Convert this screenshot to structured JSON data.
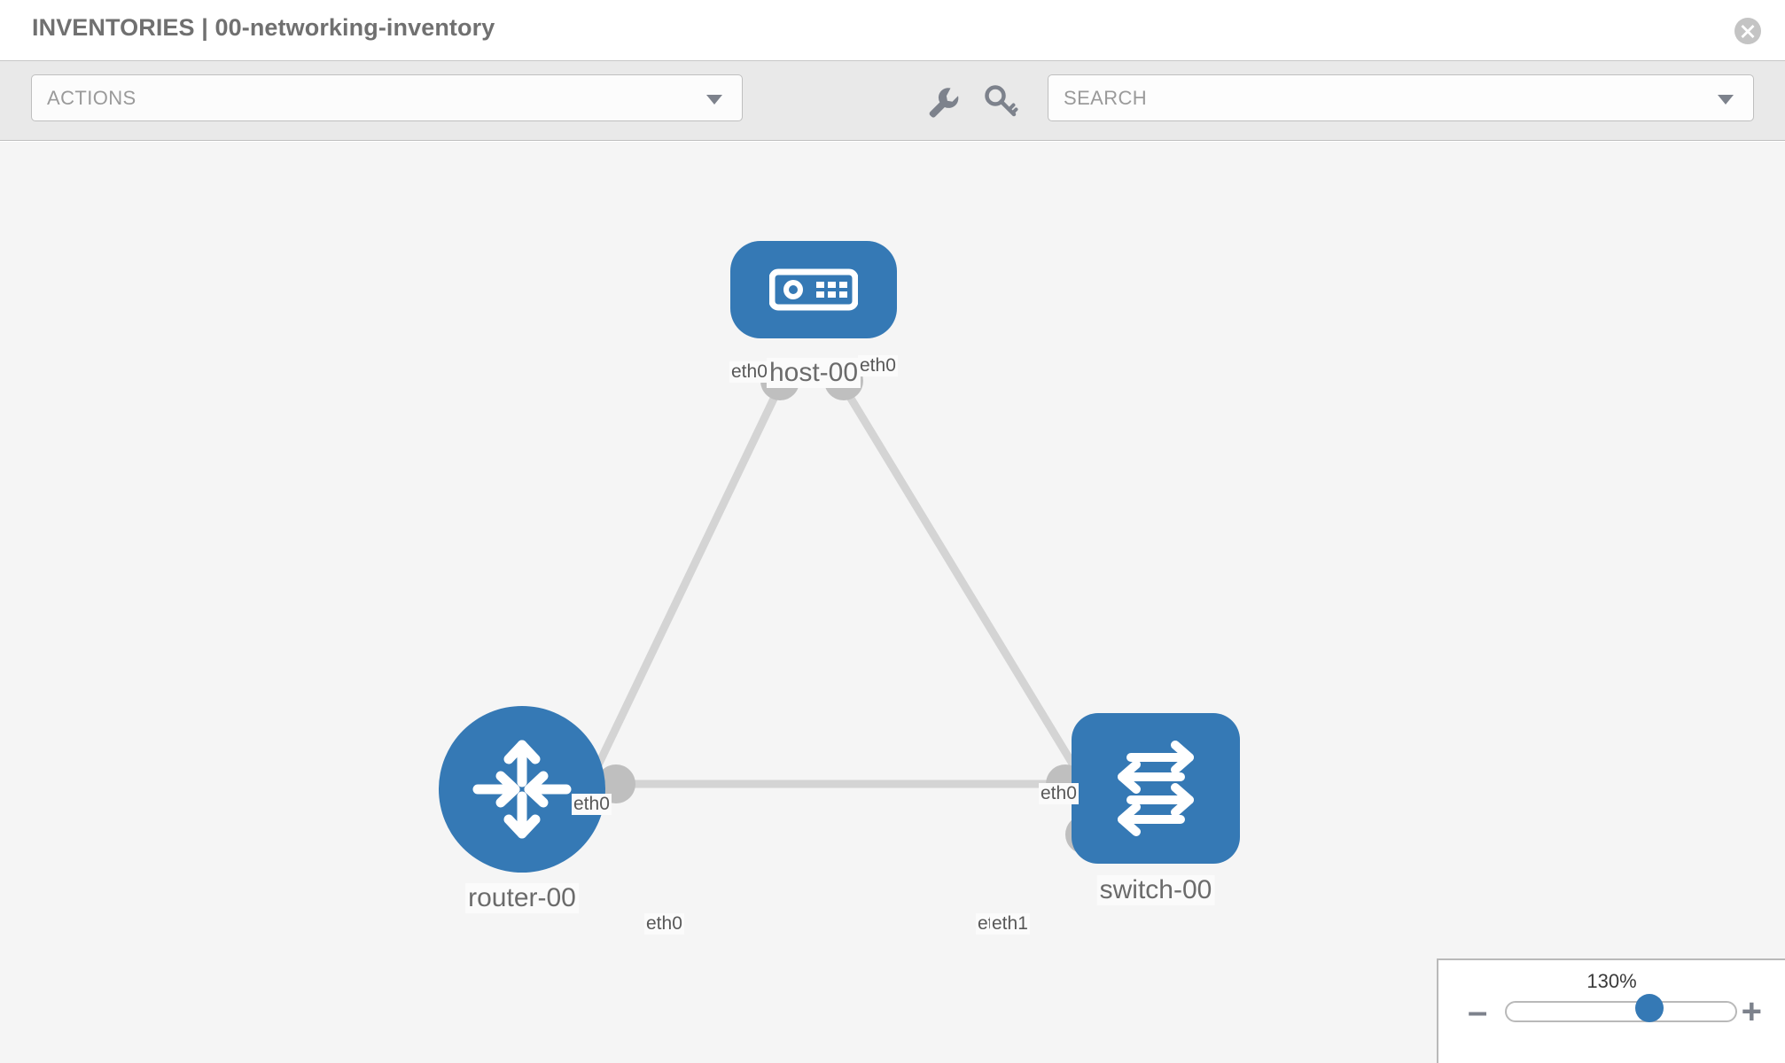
{
  "header": {
    "title": "INVENTORIES | 00-networking-inventory",
    "close_icon": "close-circle-icon"
  },
  "toolbar": {
    "actions_label": "ACTIONS",
    "actions_caret_icon": "chevron-down-icon",
    "wrench_icon": "wrench-icon",
    "key_icon": "key-icon",
    "search_placeholder": "SEARCH",
    "search_value": "",
    "search_caret_icon": "chevron-down-icon"
  },
  "topology": {
    "nodes": [
      {
        "id": "host-00",
        "label": "host-00",
        "type": "host",
        "icon": "server-icon"
      },
      {
        "id": "router-00",
        "label": "router-00",
        "type": "router",
        "icon": "router-arrows-icon"
      },
      {
        "id": "switch-00",
        "label": "switch-00",
        "type": "switch",
        "icon": "switch-arrows-icon"
      }
    ],
    "edge_labels": {
      "host_left": "eth0",
      "host_right": "eth0",
      "router_up": "eth0",
      "switch_up": "eth0",
      "router_right": "eth0",
      "switch_left_a": "eth",
      "switch_left_b": "eth1"
    }
  },
  "zoom_control": {
    "value": "130%",
    "minus_label": "–",
    "plus_label": "+",
    "slider_percent": 63
  },
  "colors": {
    "node_blue": "#3579b5",
    "canvas_bg": "#f5f5f5",
    "toolbar_bg": "#e9e9e9",
    "edge_gray": "#d4d4d4",
    "socket_gray": "#bfbfbf"
  }
}
